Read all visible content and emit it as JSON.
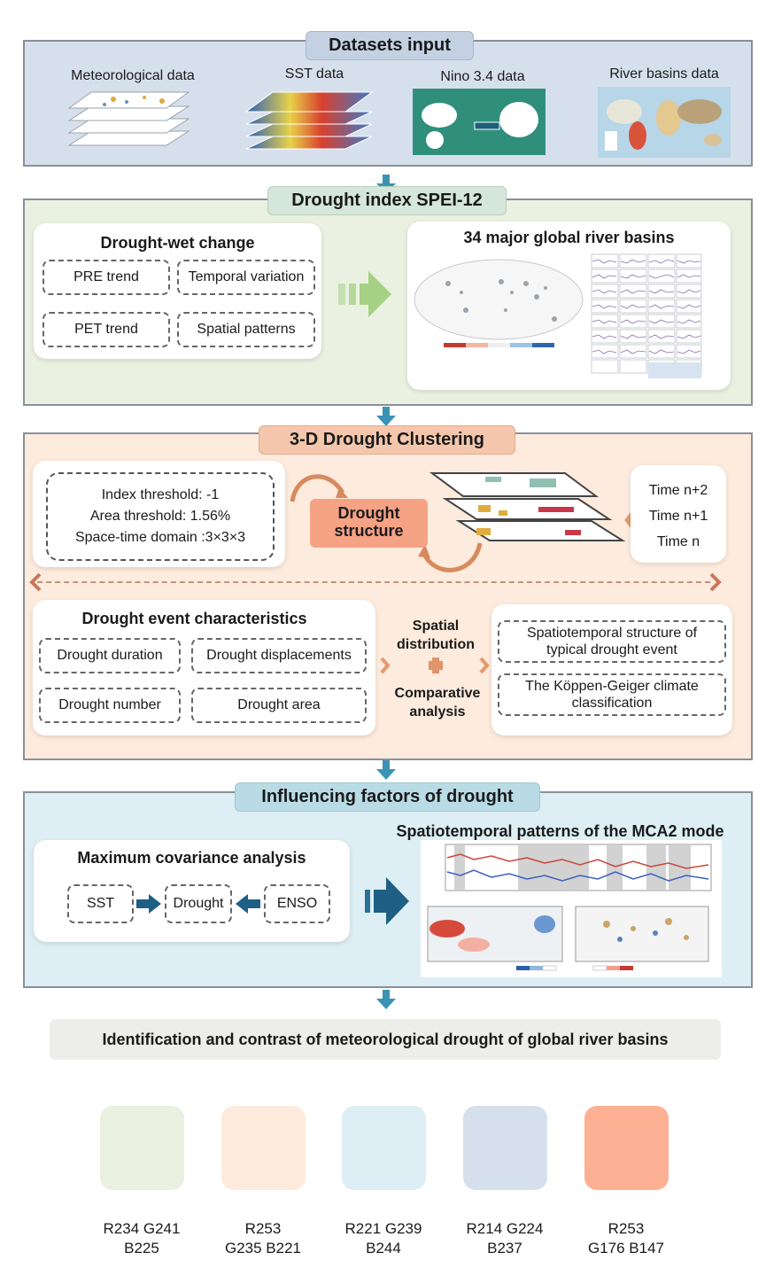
{
  "datasets": {
    "title": "Datasets input",
    "items": [
      "Meteorological data",
      "SST data",
      "Nino 3.4 data",
      "River basins data"
    ]
  },
  "spei": {
    "title": "Drought index SPEI-12",
    "left_title": "Drought-wet change",
    "boxes": [
      "PRE trend",
      "Temporal variation",
      "PET trend",
      "Spatial patterns"
    ],
    "right_title": "34 major global river basins"
  },
  "clustering": {
    "title": "3-D  Drought Clustering",
    "thresholds": [
      "Index threshold: -1",
      "Area threshold: 1.56%",
      "Space-time domain :3×3×3"
    ],
    "structure_label": [
      "Drought",
      "structure"
    ],
    "time_labels": [
      "Time n+2",
      "Time n+1",
      "Time n"
    ],
    "event_title": "Drought event characteristics",
    "event_boxes": [
      "Drought duration",
      "Drought displacements",
      "Drought number",
      "Drought area"
    ],
    "middle_top": [
      "Spatial",
      "distribution"
    ],
    "middle_bottom": [
      "Comparative",
      "analysis"
    ],
    "right_boxes": [
      [
        "Spatiotemporal structure of",
        "typical drought event"
      ],
      [
        "The Köppen-Geiger climate",
        "classification"
      ]
    ]
  },
  "influencing": {
    "title": "Influencing factors of drought",
    "left_title": "Maximum covariance analysis",
    "boxes": [
      "SST",
      "Drought",
      "ENSO"
    ],
    "right_title": "Spatiotemporal patterns of the MCA2 mode"
  },
  "final": {
    "text": "Identification and contrast of meteorological drought  of  global river basins"
  },
  "palette": [
    {
      "color": "#EAF1E1",
      "label": [
        "R234 G241",
        "B225"
      ]
    },
    {
      "color": "#FDEBDD",
      "label": [
        "R253",
        "G235 B221"
      ]
    },
    {
      "color": "#DDEFF4",
      "label": [
        "R221 G239",
        "B244"
      ]
    },
    {
      "color": "#D6E0ED",
      "label": [
        "R214 G224",
        "B237"
      ]
    },
    {
      "color": "#FDB093",
      "label": [
        "R253",
        "G176 B147"
      ]
    }
  ],
  "colors": {
    "panel_blue": "#D6E0ED",
    "panel_green": "#EAF1E1",
    "panel_orange": "#FDEBDD",
    "panel_lightblue": "#DDEFF4",
    "accent_orange": "#FDB093",
    "arrow_blue": "#3a93b5"
  }
}
